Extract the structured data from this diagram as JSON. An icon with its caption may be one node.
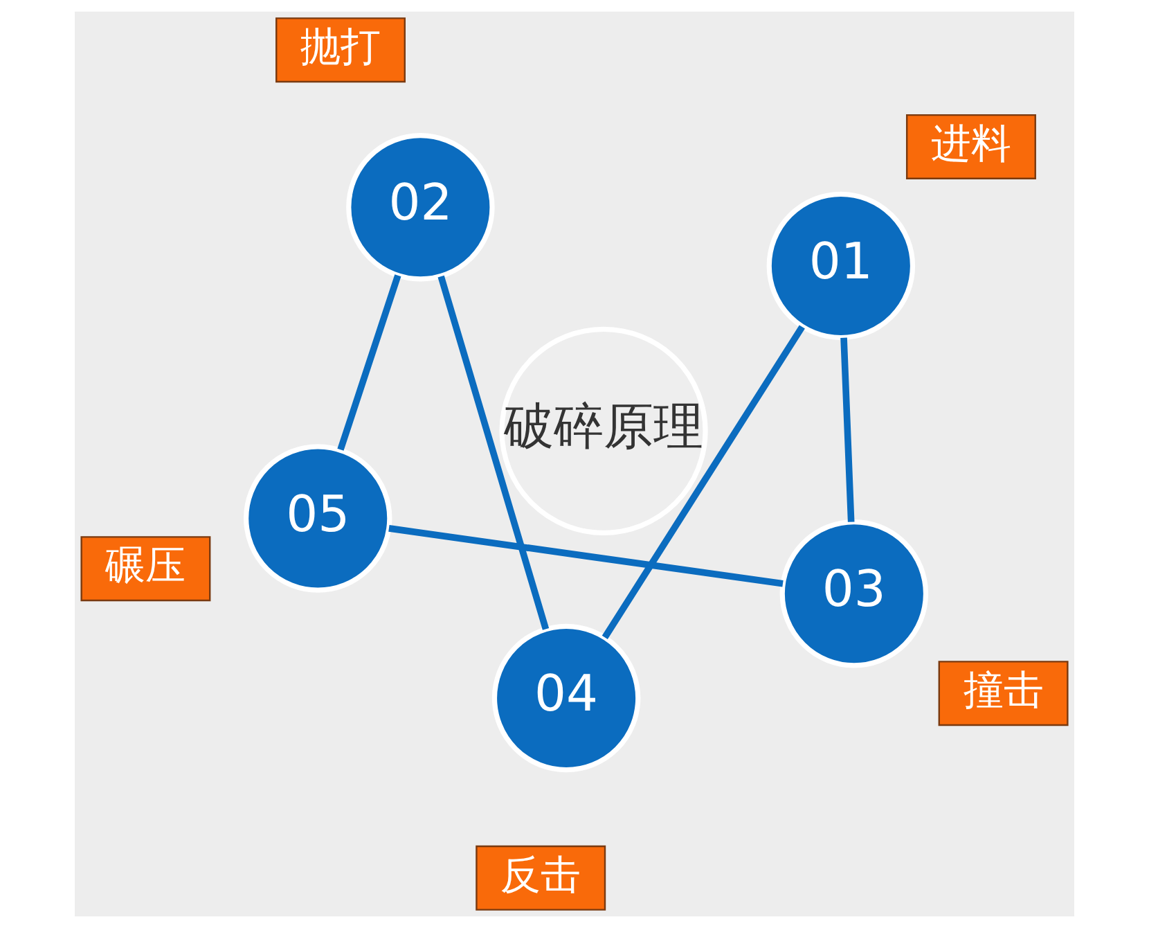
{
  "diagram": {
    "nodes": [
      {
        "text": [
          "01"
        ],
        "beside": [
          "进料"
        ]
      },
      {
        "text": [
          "02"
        ],
        "beside": [
          "抛打"
        ]
      },
      {
        "text": [
          "破碎原理"
        ]
      },
      {
        "text": [
          "05"
        ],
        "beside": [
          "碾压"
        ]
      },
      {
        "text": [
          "03"
        ],
        "beside": [
          "撞击"
        ]
      },
      {
        "text": [
          "04"
        ],
        "beside": [
          "反击"
        ]
      }
    ],
    "edges": [
      {
        "from": 0,
        "to": 4,
        "arrow": "none"
      },
      {
        "from": 0,
        "to": 5,
        "arrow": "none"
      },
      {
        "from": 1,
        "to": 3,
        "arrow": "none"
      },
      {
        "from": 1,
        "to": 5,
        "arrow": "none"
      },
      {
        "from": 4,
        "to": 3,
        "arrow": "none"
      }
    ]
  }
}
